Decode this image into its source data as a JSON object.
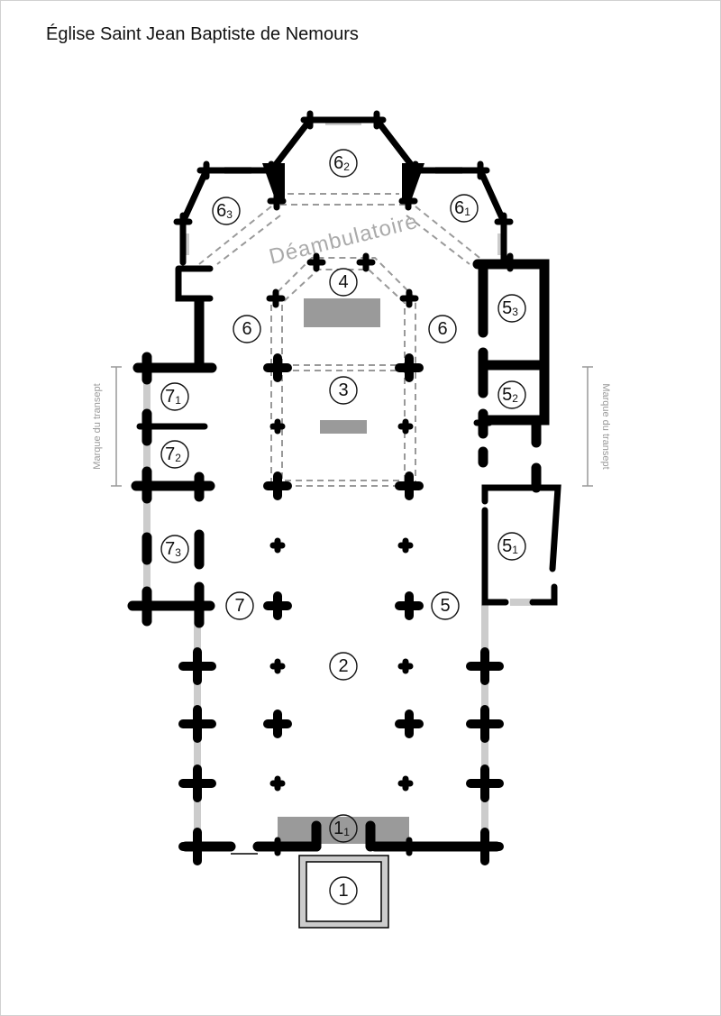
{
  "title": "Église Saint Jean Baptiste de Nemours",
  "ambulatory_label": "Déambulatoire",
  "transept_mark_left": "Marque du transept",
  "transept_mark_right": "Marque du transept",
  "markers": {
    "m62": {
      "main": "6",
      "sub": "2"
    },
    "m63": {
      "main": "6",
      "sub": "3"
    },
    "m61": {
      "main": "6",
      "sub": "1"
    },
    "m4": {
      "main": "4"
    },
    "m6l": {
      "main": "6"
    },
    "m6r": {
      "main": "6"
    },
    "m53": {
      "main": "5",
      "sub": "3"
    },
    "m3": {
      "main": "3"
    },
    "m71": {
      "main": "7",
      "sub": "1"
    },
    "m52": {
      "main": "5",
      "sub": "2"
    },
    "m72": {
      "main": "7",
      "sub": "2"
    },
    "m73": {
      "main": "7",
      "sub": "3"
    },
    "m51": {
      "main": "5",
      "sub": "1"
    },
    "m7": {
      "main": "7"
    },
    "m5": {
      "main": "5"
    },
    "m2": {
      "main": "2"
    },
    "m11": {
      "main": "1",
      "sub": "1"
    },
    "m1": {
      "main": "1"
    }
  }
}
